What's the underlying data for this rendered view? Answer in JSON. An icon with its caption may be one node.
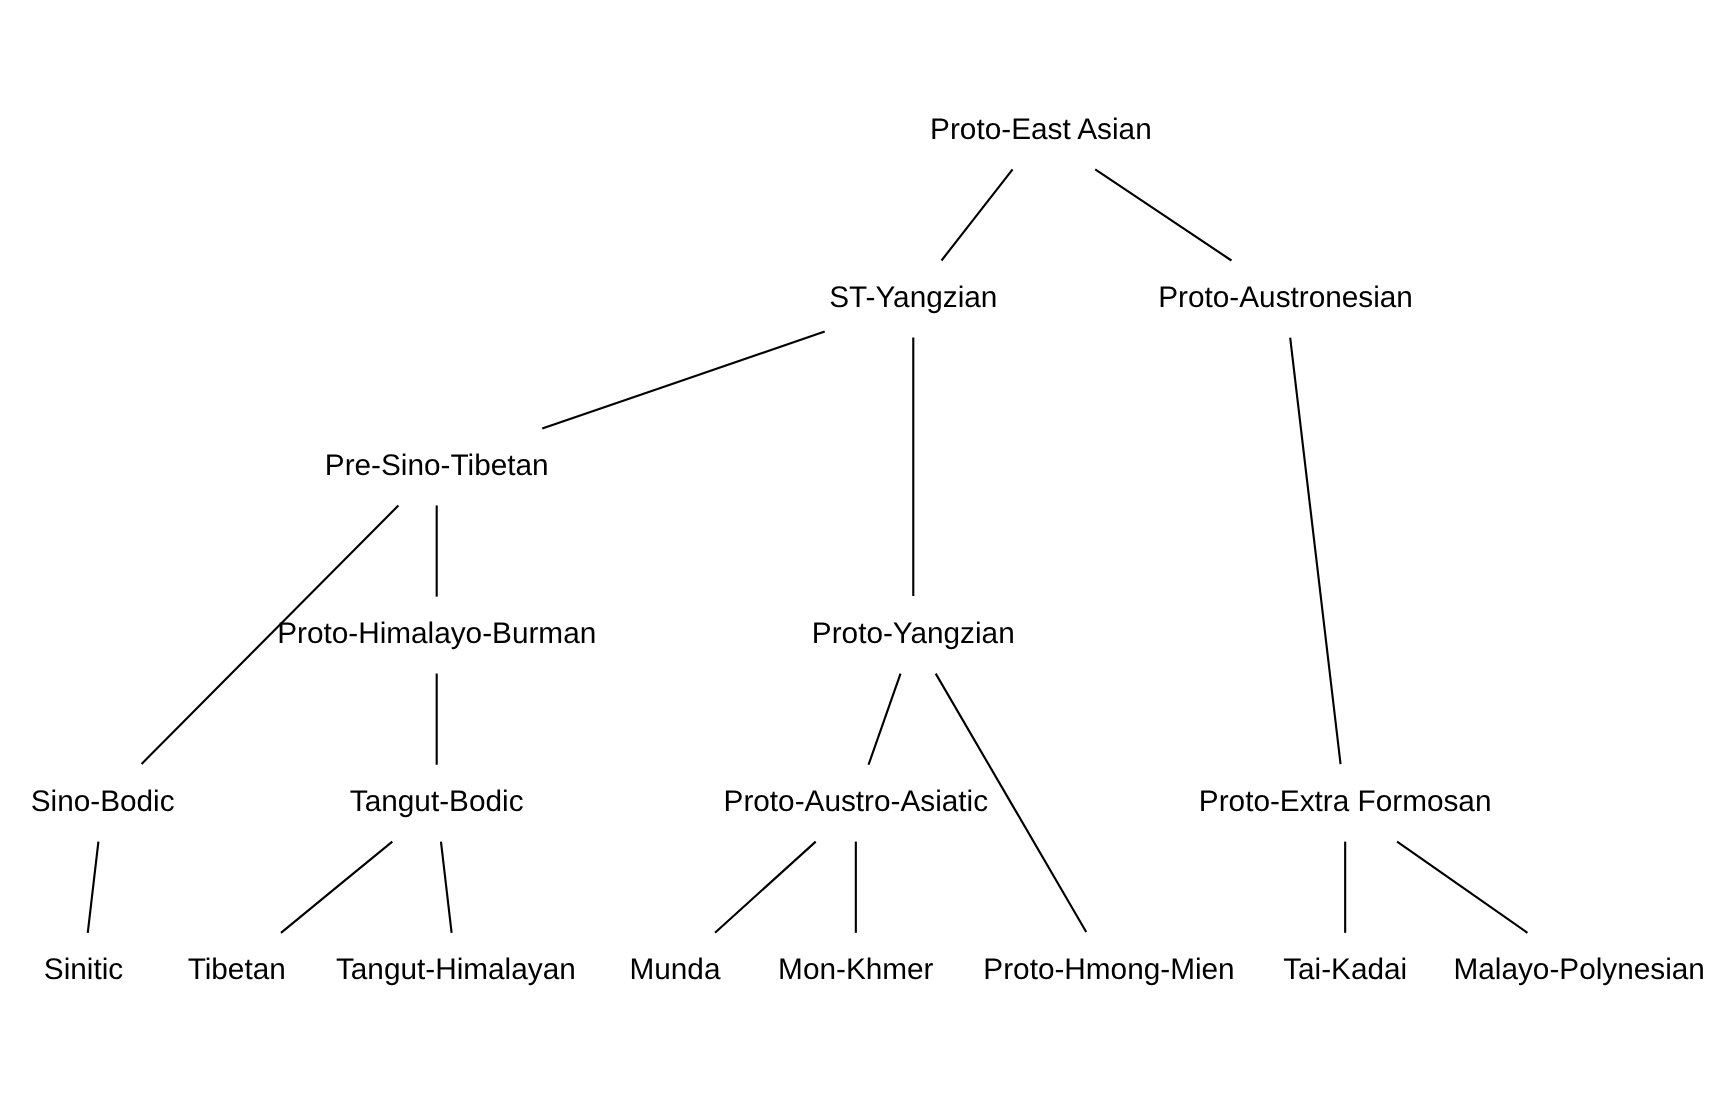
{
  "diagram": {
    "nodes": [
      {
        "text": [
          "Proto-East Asian"
        ]
      },
      {
        "text": [
          "ST-Yangzian"
        ]
      },
      {
        "text": [
          "Proto-Austronesian"
        ]
      },
      {
        "text": [
          "Pre-Sino-Tibetan"
        ]
      },
      {
        "text": [
          "Proto-Yangzian"
        ]
      },
      {
        "text": [
          "Sino-Bodic"
        ]
      },
      {
        "text": [
          "Proto-Himalayo-Burman"
        ]
      },
      {
        "text": [
          "Proto-Austro-Asiatic"
        ]
      },
      {
        "text": [
          "Proto-Extra Formosan"
        ]
      },
      {
        "text": [
          "Tangut-Bodic"
        ]
      },
      {
        "text": [
          "Sinitic"
        ]
      },
      {
        "text": [
          "Tibetan"
        ]
      },
      {
        "text": [
          "Tangut-Himalayan"
        ]
      },
      {
        "text": [
          "Proto-Hmong-Mien"
        ]
      },
      {
        "text": [
          "Munda"
        ]
      },
      {
        "text": [
          "Mon-Khmer"
        ]
      },
      {
        "text": [
          "Tai-Kadai"
        ]
      },
      {
        "text": [
          "Malayo-Polynesian"
        ]
      }
    ],
    "edges": [
      {
        "from": 0,
        "to": 1,
        "arrow": "none"
      },
      {
        "from": 0,
        "to": 2,
        "arrow": "none"
      },
      {
        "from": 1,
        "to": 3,
        "arrow": "none"
      },
      {
        "from": 1,
        "to": 4,
        "arrow": "none"
      },
      {
        "from": 2,
        "to": 8,
        "arrow": "none"
      },
      {
        "from": 3,
        "to": 5,
        "arrow": "none"
      },
      {
        "from": 3,
        "to": 6,
        "arrow": "none"
      },
      {
        "from": 4,
        "to": 13,
        "arrow": "none"
      },
      {
        "from": 4,
        "to": 7,
        "arrow": "none"
      },
      {
        "from": 5,
        "to": 10,
        "arrow": "none"
      },
      {
        "from": 6,
        "to": 9,
        "arrow": "none"
      },
      {
        "from": 9,
        "to": 11,
        "arrow": "none"
      },
      {
        "from": 9,
        "to": 12,
        "arrow": "none"
      },
      {
        "from": 7,
        "to": 14,
        "arrow": "none"
      },
      {
        "from": 7,
        "to": 15,
        "arrow": "none"
      },
      {
        "from": 8,
        "to": 16,
        "arrow": "none"
      },
      {
        "from": 8,
        "to": 17,
        "arrow": "none"
      }
    ]
  }
}
